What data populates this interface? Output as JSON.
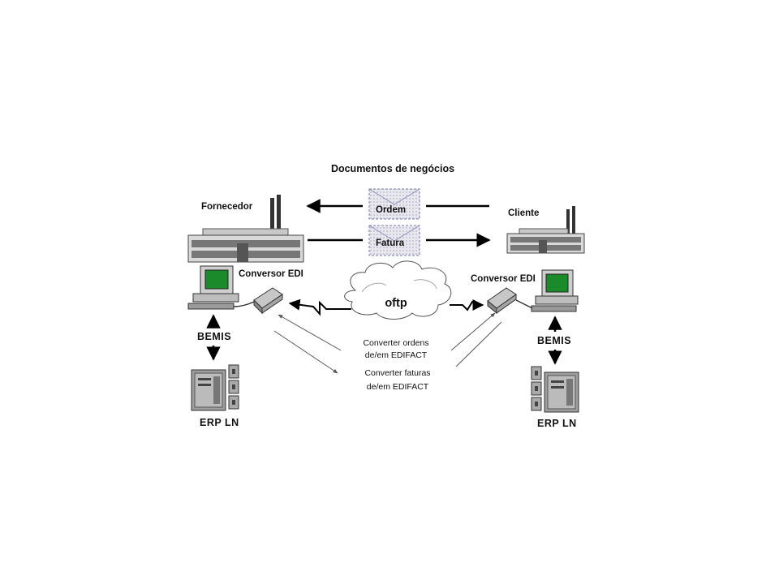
{
  "diagram": {
    "title": "Documentos de negócios",
    "supplier_label": "Fornecedor",
    "client_label": "Cliente",
    "documents": [
      {
        "label": "Ordem",
        "direction": "to-supplier"
      },
      {
        "label": "Fatura",
        "direction": "to-client"
      }
    ],
    "edi_converter_left": "Conversor EDI",
    "edi_converter_right": "Conversor EDI",
    "network_label": "oftp",
    "notes": [
      {
        "line1": "Converter ordens",
        "line2": "de/em EDIFACT"
      },
      {
        "line1": "Converter faturas",
        "line2": "de/em EDIFACT"
      }
    ],
    "left_middleware": "BEMIS",
    "right_middleware": "BEMIS",
    "left_erp": "ERP LN",
    "right_erp": "ERP LN"
  }
}
